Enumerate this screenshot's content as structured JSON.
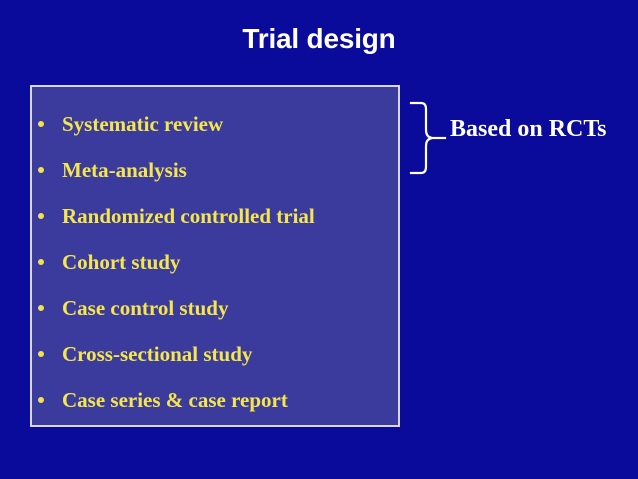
{
  "slide": {
    "title": "Trial design",
    "background_color": "#0a0a9b",
    "box_fill_color": "#3b3b9e",
    "box_border_color": "#d8d8e4",
    "bullet_text_color": "#f5e64b",
    "title_text_color": "#ffffff",
    "caption_text_color": "#ffffff"
  },
  "bullets": [
    {
      "label": "Systematic review"
    },
    {
      "label": "Meta-analysis"
    },
    {
      "label": "Randomized controlled trial"
    },
    {
      "label": "Cohort study"
    },
    {
      "label": "Case control study"
    },
    {
      "label": "Cross-sectional study"
    },
    {
      "label": "Case series & case report"
    }
  ],
  "annotation": {
    "caption": "Based on RCTs",
    "brace_icon": "right-curly-brace-icon"
  }
}
